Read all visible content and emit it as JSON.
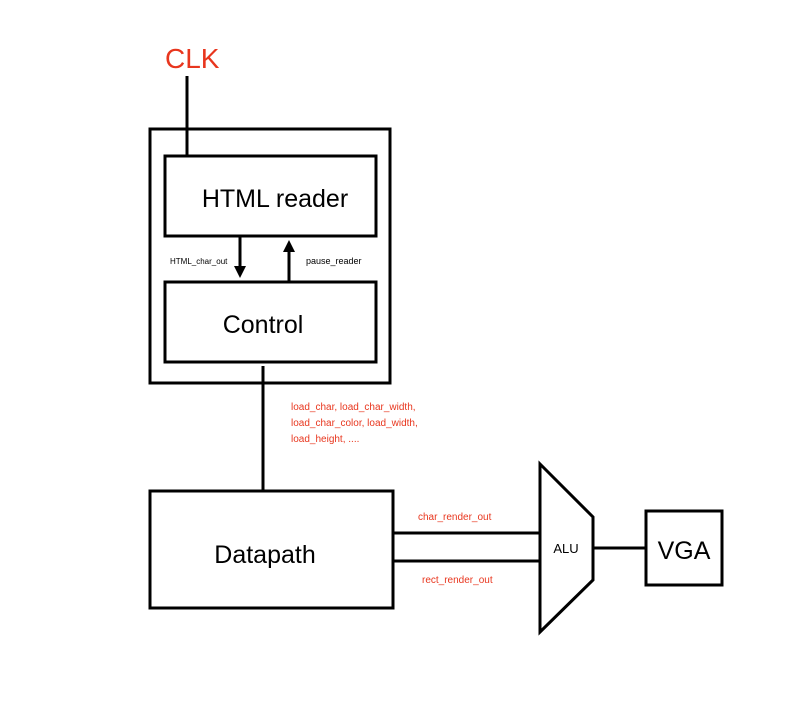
{
  "clock": {
    "label": "CLK"
  },
  "blocks": {
    "html_reader": "HTML reader",
    "control": "Control",
    "datapath": "Datapath",
    "alu": "ALU",
    "vga": "VGA"
  },
  "signals": {
    "html_char_out": "HTML_char_out",
    "pause_reader": "pause_reader",
    "control_to_datapath": [
      "load_char, load_char_width,",
      "load_char_color,  load_width,",
      "load_height, ...."
    ],
    "char_render_out": "char_render_out",
    "rect_render_out": "rect_render_out"
  },
  "colors": {
    "accent": "#e8361e",
    "stroke": "#000000",
    "text": "#000000"
  }
}
